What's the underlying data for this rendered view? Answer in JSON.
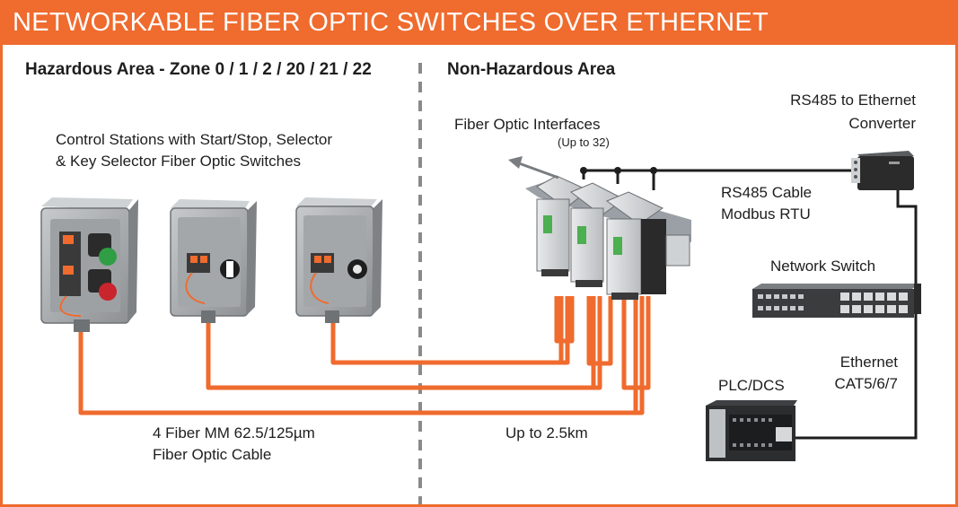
{
  "header": {
    "title": "NETWORKABLE FIBER OPTIC SWITCHES OVER ETHERNET"
  },
  "areas": {
    "hazardous": "Hazardous Area - Zone 0 / 1 / 2 / 20 / 21 / 22",
    "non_hazardous": "Non-Hazardous Area"
  },
  "labels": {
    "control_stations_line1": "Control Stations with Start/Stop, Selector",
    "control_stations_line2": "& Key Selector Fiber Optic Switches",
    "fiber_interfaces": "Fiber Optic Interfaces",
    "fiber_interfaces_count": "(Up to 32)",
    "rs485_converter_line1": "RS485 to Ethernet",
    "rs485_converter_line2": "Converter",
    "rs485_cable_line1": "RS485 Cable",
    "rs485_cable_line2": "Modbus RTU",
    "network_switch": "Network Switch",
    "plc_dcs": "PLC/DCS",
    "ethernet_line1": "Ethernet",
    "ethernet_line2": "CAT5/6/7",
    "fiber_cable_line1": "4 Fiber MM 62.5/125µm",
    "fiber_cable_line2": "Fiber Optic Cable",
    "distance": "Up to 2.5km"
  },
  "colors": {
    "accent": "#ef6b2e",
    "text": "#1e1e1e",
    "enclosure": "#a9acaf",
    "separator": "#8a8a8a",
    "green_button": "#2f9e44",
    "red_button": "#c9252c"
  }
}
